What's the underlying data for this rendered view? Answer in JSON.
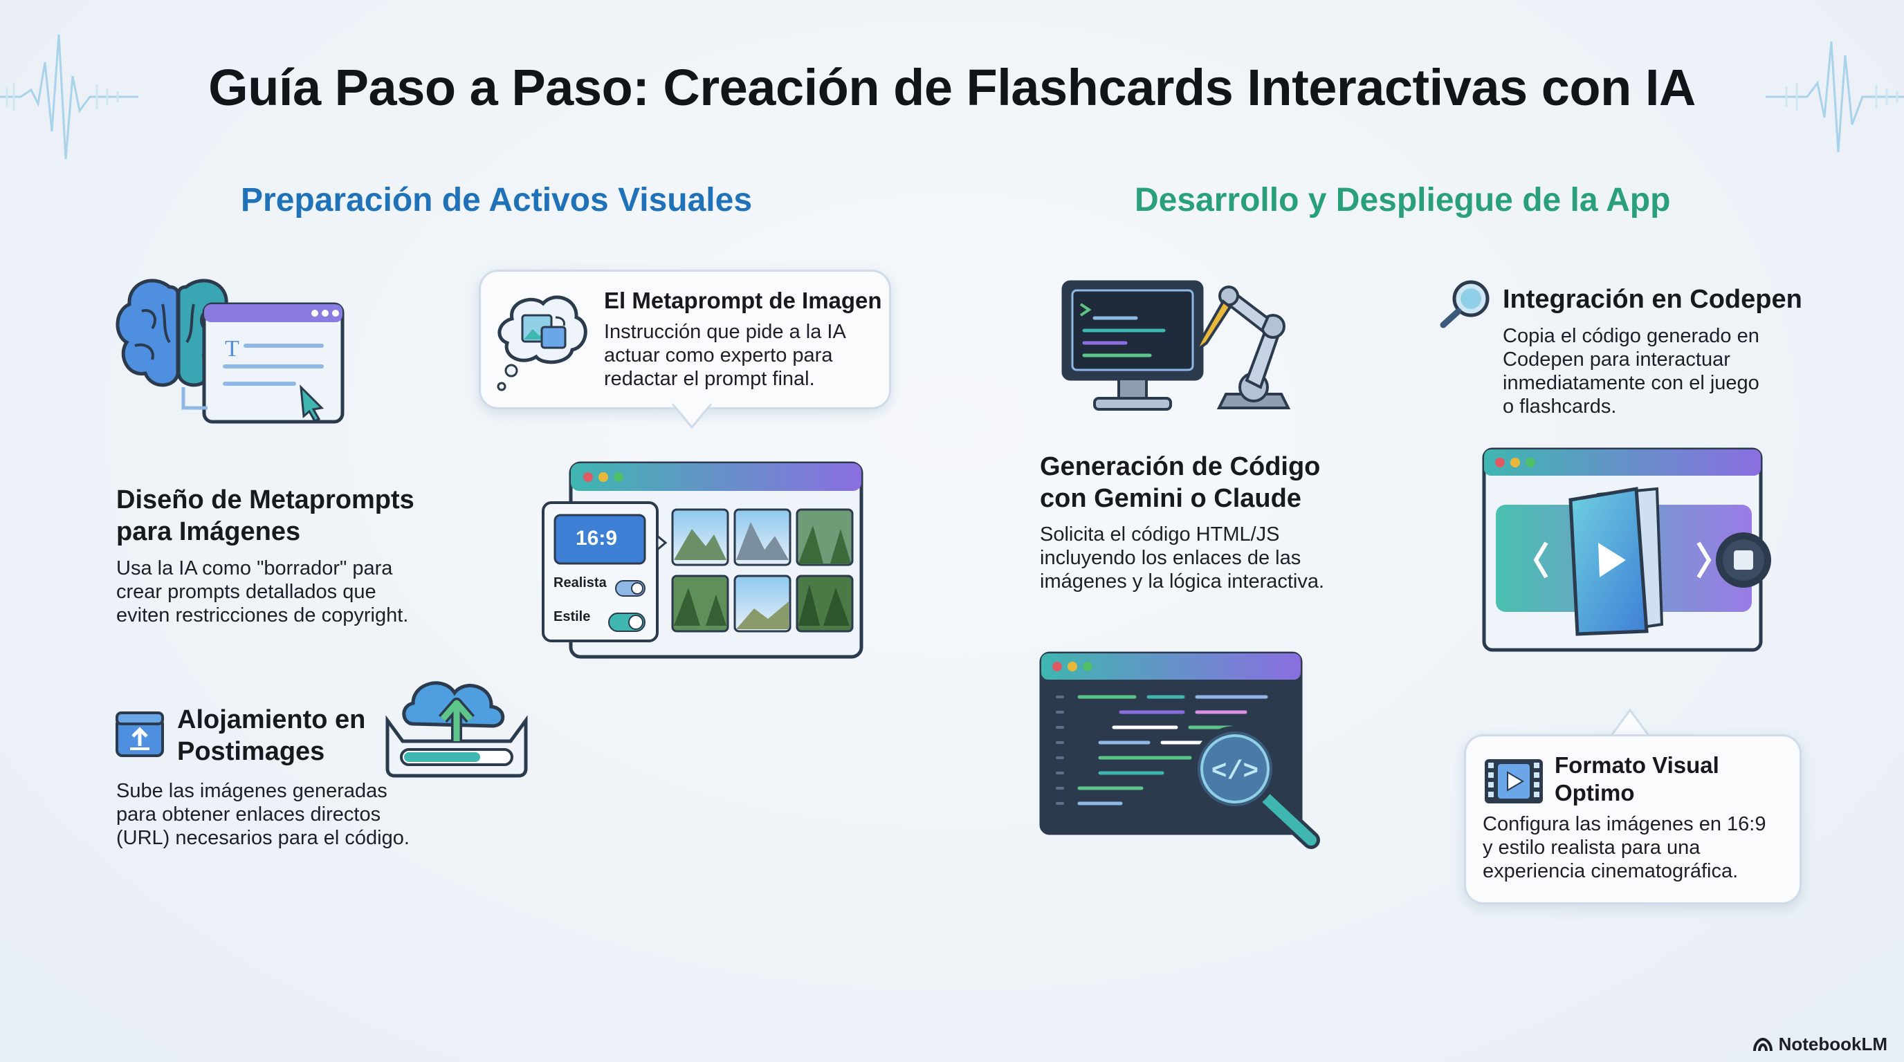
{
  "title": "Guía Paso a Paso: Creación de Flashcards Interactivas con IA",
  "sections": {
    "left": {
      "title": "Preparación de Activos Visuales"
    },
    "right": {
      "title": "Desarrollo y Despliegue de la App"
    }
  },
  "steps": {
    "metaprompt_design": {
      "title_line1": "Diseño de Metaprompts",
      "title_line2": "para Imágenes",
      "body": [
        "Usa la IA como \"borrador\" para",
        "crear prompts detallados que",
        "eviten restricciones de copyright."
      ]
    },
    "metaprompt_card": {
      "title": "El Metaprompt de Imagen",
      "body": [
        "Instrucción que pide a la IA",
        "actuar como experto para",
        "redactar el prompt final."
      ]
    },
    "image_settings": {
      "ratio": "16:9",
      "toggle1_label": "Realista",
      "toggle2_label": "Estile"
    },
    "hosting": {
      "title_line1": "Alojamiento en",
      "title_line2": "Postimages",
      "body": [
        "Sube las imágenes generadas",
        "para obtener enlaces directos",
        "(URL) necesarios para el código."
      ]
    },
    "code_generation": {
      "title_line1": "Generación de Código",
      "title_line2": "con Gemini o Claude",
      "body": [
        "Solicita el código HTML/JS",
        "incluyendo los enlaces de las",
        "imágenes y la lógica interactiva."
      ]
    },
    "codepen": {
      "title": "Integración en Codepen",
      "body": [
        "Copia el código generado en",
        "Codepen para interactuar",
        "inmediatamente con el juego",
        "o flashcards."
      ]
    },
    "visual_format": {
      "title_line1": "Formato Visual",
      "title_line2": "Optimo",
      "body": [
        "Configura las imágenes en 16:9",
        "y estilo realista para una",
        "experiencia cinematográfica."
      ]
    }
  },
  "footer": {
    "brand": "NotebookLM"
  },
  "colors": {
    "left_accent": "#1f72b8",
    "right_accent": "#2aa07a",
    "navy": "#2b3a4d",
    "teal": "#3fb6b0",
    "purple": "#8a6ee0"
  }
}
